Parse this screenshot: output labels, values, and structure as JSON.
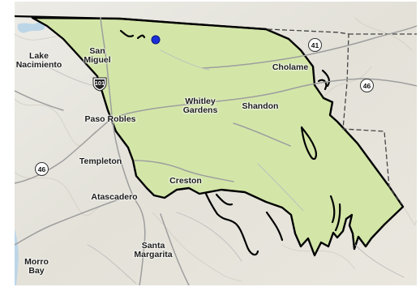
{
  "map": {
    "district_fill": "#d3e6a8",
    "terrain_color": "#e5e2da",
    "water_color": "#bcd6e8",
    "point_color": "#1a2fd9",
    "boundary_color": "#000000"
  },
  "places": [
    {
      "id": "lake-nacimiento",
      "name": "Lake\nNacimiento"
    },
    {
      "id": "san-miguel",
      "name": "San\nMiguel"
    },
    {
      "id": "cholame",
      "name": "Cholame"
    },
    {
      "id": "whitley-gardens",
      "name": "Whitley\nGardens"
    },
    {
      "id": "shandon",
      "name": "Shandon"
    },
    {
      "id": "paso-robles",
      "name": "Paso Robles"
    },
    {
      "id": "templeton",
      "name": "Templeton"
    },
    {
      "id": "creston",
      "name": "Creston"
    },
    {
      "id": "atascadero",
      "name": "Atascadero"
    },
    {
      "id": "santa-margarita",
      "name": "Santa\nMargarita"
    },
    {
      "id": "morro-bay",
      "name": "Morro\nBay"
    }
  ],
  "routes": {
    "us101": "101",
    "sr41": "41",
    "sr46_east": "46",
    "sr46_west": "46"
  }
}
